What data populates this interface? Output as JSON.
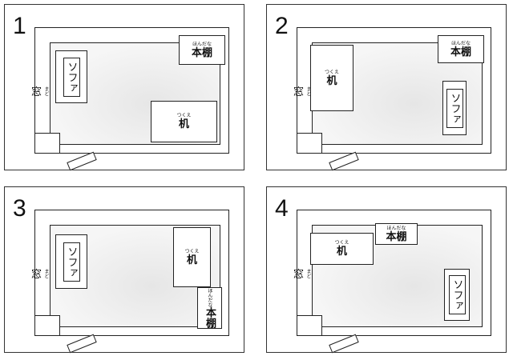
{
  "labels": {
    "window": "窓",
    "window_ruby": "まど",
    "sofa": "ソファ",
    "desk": "机",
    "desk_ruby": "つくえ",
    "shelf": "本棚",
    "shelf_ruby": "ほんだな"
  },
  "panels": [
    {
      "number": "1"
    },
    {
      "number": "2"
    },
    {
      "number": "3"
    },
    {
      "number": "4"
    }
  ]
}
